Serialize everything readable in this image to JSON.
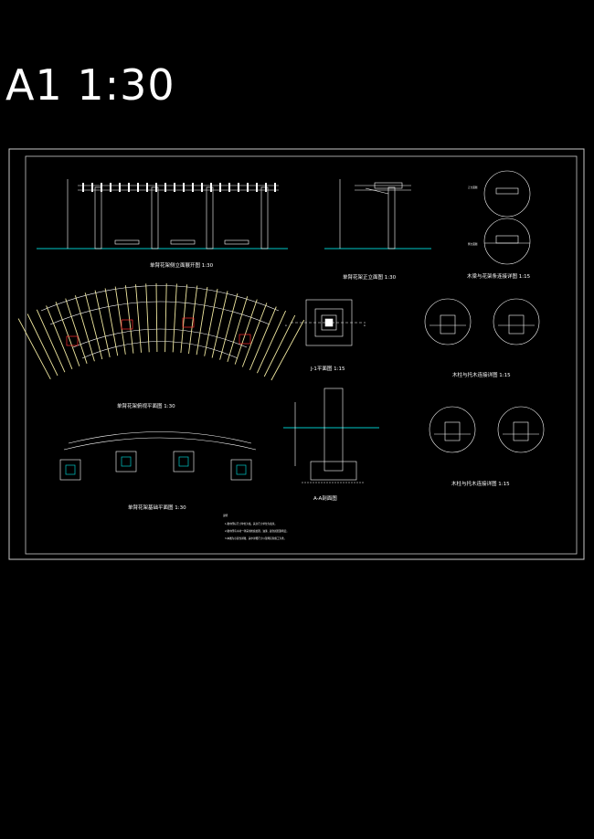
{
  "page": {
    "title": "A1 1:30",
    "background": "#000000"
  },
  "drawings": {
    "elev_main": "单臂花架侧立面展开图 1:30",
    "elev_front": "单臂花架正立面图 1:30",
    "detail_beam": "木梁与花架条连接详图 1:15",
    "plan_top": "单臂花架俯视平面图 1:30",
    "plan_jj": "J-1平面图 1:15",
    "detail_col1": "木柱与托木连接详图 1:15",
    "plan_found": "单臂花架基础平面图 1:30",
    "section_aa": "A-A剖面图",
    "detail_col2": "木柱与托木连接详图 1:15"
  },
  "notes": {
    "heading": "说明",
    "lines": [
      "1.图中所标尺寸单位为毫，其余尺寸单位为毫米。",
      "2.图中所有木材一律采用防腐处理，油漆、颜色按照现场定。",
      "3.本图为示意性详图，其中详细尺寸以现场实际施工为准。"
    ]
  },
  "labels": {
    "view_front": "正立面图",
    "view_side": "侧立面图",
    "marker_a": "A"
  },
  "colors": {
    "lines": "#ffffff",
    "ground": "#00c8c8",
    "accent": "#ff3030",
    "timber": "#f0e8a0"
  }
}
